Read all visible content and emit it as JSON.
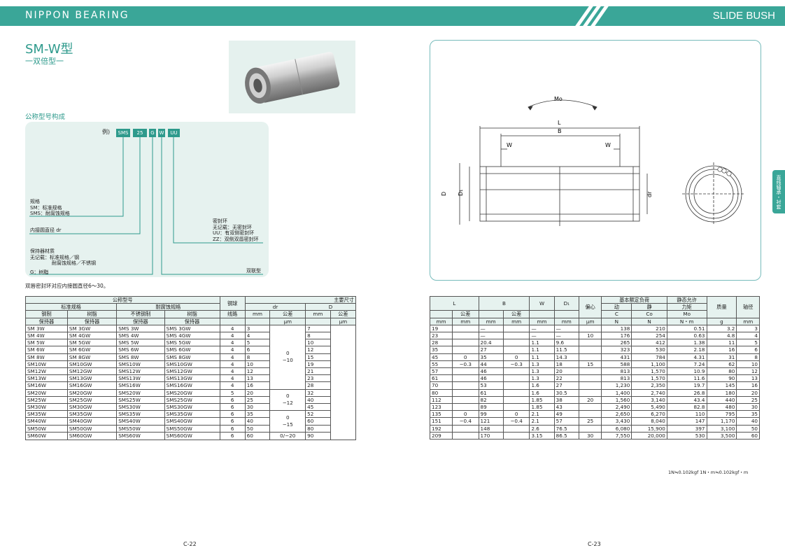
{
  "header": {
    "brand": "NIPPON BEARING",
    "series": "SLIDE BUSH"
  },
  "title": "SM-W型",
  "subtitle": "一双倍型一",
  "section_heading": "公称型号构成",
  "config": {
    "example_label": "例)",
    "parts": [
      "SMS",
      "25",
      "G",
      "W",
      "UU"
    ],
    "spec_label": "规格",
    "spec_sm": "SM：标准规格",
    "spec_sms": "SMS：耐腐蚀规格",
    "bore": "内接圆直径 dr",
    "retainer": "保持器材质",
    "retainer_none": "无记载：标准规格／钢",
    "retainer_none2": "耐腐蚀规格／不锈钢",
    "retainer_g": "G：树脂",
    "seal": "密封环",
    "seal_none": "无记载：无密封环",
    "seal_uu": "UU：有双侧密封环",
    "seal_zz": "ZZ：双侧双唇密封环",
    "double": "双联型"
  },
  "note": "双唇密封环对应内接圆直径6～30。",
  "left_table": {
    "h_model": "公称型号",
    "h_std": "标准规格",
    "h_cr": "耐腐蚀规格",
    "h_steel": "钢制",
    "h_resin": "树脂",
    "h_ss": "不锈钢制",
    "h_ret": "保持器",
    "h_balls": "钢球",
    "h_lines": "线路",
    "h_dr": "dr",
    "h_D": "D",
    "h_main": "主要尺寸",
    "h_tol": "公差",
    "mm": "mm",
    "um": "μm",
    "rows": [
      [
        "SM 3W",
        "SM 3GW",
        "SMS 3W",
        "SMS 3GW",
        "4",
        "3",
        "7"
      ],
      [
        "SM 4W",
        "SM 4GW",
        "SMS 4W",
        "SMS 4GW",
        "4",
        "4",
        "8"
      ],
      [
        "SM 5W",
        "SM 5GW",
        "SMS 5W",
        "SMS 5GW",
        "4",
        "5",
        "10"
      ],
      [
        "SM 6W",
        "SM 6GW",
        "SMS 6W",
        "SMS 6GW",
        "4",
        "6",
        "12"
      ],
      [
        "SM 8W",
        "SM 8GW",
        "SMS 8W",
        "SMS 8GW",
        "4",
        "8",
        "15"
      ],
      [
        "SM10W",
        "SM10GW",
        "SMS10W",
        "SMS10GW",
        "4",
        "10",
        "19"
      ],
      [
        "SM12W",
        "SM12GW",
        "SMS12W",
        "SMS12GW",
        "4",
        "12",
        "21"
      ],
      [
        "SM13W",
        "SM13GW",
        "SMS13W",
        "SMS13GW",
        "4",
        "13",
        "23"
      ],
      [
        "SM16W",
        "SM16GW",
        "SMS16W",
        "SMS16GW",
        "4",
        "16",
        "28"
      ],
      [
        "SM20W",
        "SM20GW",
        "SMS20W",
        "SMS20GW",
        "5",
        "20",
        "32"
      ],
      [
        "SM25W",
        "SM25GW",
        "SMS25W",
        "SMS25GW",
        "6",
        "25",
        "40"
      ],
      [
        "SM30W",
        "SM30GW",
        "SMS30W",
        "SMS30GW",
        "6",
        "30",
        "45"
      ],
      [
        "SM35W",
        "SM35GW",
        "SMS35W",
        "SMS35GW",
        "6",
        "35",
        "52"
      ],
      [
        "SM40W",
        "SM40GW",
        "SMS40W",
        "SMS40GW",
        "6",
        "40",
        "60"
      ],
      [
        "SM50W",
        "SM50GW",
        "SMS50W",
        "SMS50GW",
        "6",
        "50",
        "80"
      ],
      [
        "SM60W",
        "SM60GW",
        "SMS60W",
        "SMS60GW",
        "6",
        "60",
        "90"
      ]
    ],
    "tol_a": "0\n−10",
    "tol_b": "0\n−12",
    "tol_c": "0\n−15",
    "tol_d": "0/−20"
  },
  "right_table": {
    "h_L": "L",
    "h_B": "B",
    "h_W": "W",
    "h_D1": "D₁",
    "h_ecc": "偏心",
    "h_load": "基本额定负荷",
    "h_dyn": "动",
    "h_stat": "静",
    "h_mo": "静态允许",
    "h_mo2": "力矩",
    "h_mass": "质量",
    "h_shaft": "轴径",
    "h_tol": "公差",
    "mm": "mm",
    "um": "μm",
    "N": "N",
    "Nm": "N・m",
    "g": "g",
    "C": "C",
    "Co": "Co",
    "Mo": "Mo",
    "rows": [
      [
        "19",
        "",
        "—",
        "",
        "—",
        "—",
        "",
        "138",
        "210",
        "0.51",
        "3.2",
        "3"
      ],
      [
        "23",
        "",
        "—",
        "",
        "—",
        "—",
        "10",
        "176",
        "254",
        "0.63",
        "4.8",
        "4"
      ],
      [
        "28",
        "",
        "20.4",
        "",
        "1.1",
        "9.6",
        "",
        "265",
        "412",
        "1.38",
        "11",
        "5"
      ],
      [
        "35",
        "",
        "27",
        "",
        "1.1",
        "11.5",
        "",
        "323",
        "530",
        "2.18",
        "16",
        "6"
      ],
      [
        "45",
        "0",
        "35",
        "0",
        "1.1",
        "14.3",
        "",
        "431",
        "784",
        "4.31",
        "31",
        "8"
      ],
      [
        "55",
        "−0.3",
        "44",
        "−0.3",
        "1.3",
        "18",
        "15",
        "588",
        "1,100",
        "7.24",
        "62",
        "10"
      ],
      [
        "57",
        "",
        "46",
        "",
        "1.3",
        "20",
        "",
        "813",
        "1,570",
        "10.9",
        "80",
        "12"
      ],
      [
        "61",
        "",
        "46",
        "",
        "1.3",
        "22",
        "",
        "813",
        "1,570",
        "11.6",
        "90",
        "13"
      ],
      [
        "70",
        "",
        "53",
        "",
        "1.6",
        "27",
        "",
        "1,230",
        "2,350",
        "19.7",
        "145",
        "16"
      ],
      [
        "80",
        "",
        "61",
        "",
        "1.6",
        "30.5",
        "",
        "1,400",
        "2,740",
        "26.8",
        "180",
        "20"
      ],
      [
        "112",
        "",
        "82",
        "",
        "1.85",
        "38",
        "20",
        "1,560",
        "3,140",
        "43.4",
        "440",
        "25"
      ],
      [
        "123",
        "",
        "89",
        "",
        "1.85",
        "43",
        "",
        "2,490",
        "5,490",
        "82.8",
        "480",
        "30"
      ],
      [
        "135",
        "0",
        "99",
        "0",
        "2.1",
        "49",
        "",
        "2,650",
        "6,270",
        "110",
        "795",
        "35"
      ],
      [
        "151",
        "−0.4",
        "121",
        "−0.4",
        "2.1",
        "57",
        "25",
        "3,430",
        "8,040",
        "147",
        "1,170",
        "40"
      ],
      [
        "192",
        "",
        "148",
        "",
        "2.6",
        "76.5",
        "",
        "6,080",
        "15,900",
        "397",
        "3,100",
        "50"
      ],
      [
        "209",
        "",
        "170",
        "",
        "3.15",
        "86.5",
        "30",
        "7,550",
        "20,000",
        "530",
        "3,500",
        "60"
      ]
    ]
  },
  "diagram": {
    "Mo": "Mo",
    "L": "L",
    "B": "B",
    "W": "W",
    "D": "D",
    "D1": "D₁",
    "dr": "dr"
  },
  "side_tab": "直线轴承・衬套",
  "units_note": "1N≒0.102kgf  1N・m≒0.102kgf・m",
  "page_left": "C-22",
  "page_right": "C-23"
}
